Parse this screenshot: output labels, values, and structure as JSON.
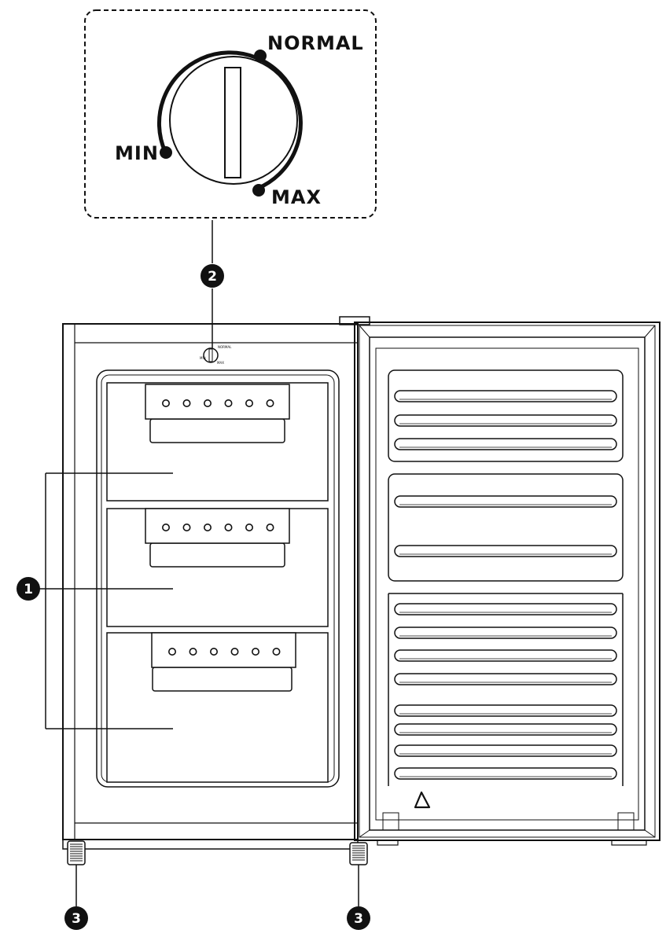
{
  "dial": {
    "label_normal": "NORMAL",
    "label_min": "MIN",
    "label_max": "MAX"
  },
  "callouts": [
    {
      "number": "1",
      "target": "drawers"
    },
    {
      "number": "2",
      "target": "thermostat-dial"
    },
    {
      "number": "3",
      "target": "adjustable-feet"
    }
  ],
  "drawers": {
    "count": 3,
    "holes_per_handle": 6
  },
  "door": {
    "bars_upper_panel": 3,
    "bars_middle_panel": 2,
    "bars_lower_panel": 8
  },
  "colors": {
    "stroke": "#111111",
    "callout_fill": "#111111",
    "background": "#ffffff"
  }
}
